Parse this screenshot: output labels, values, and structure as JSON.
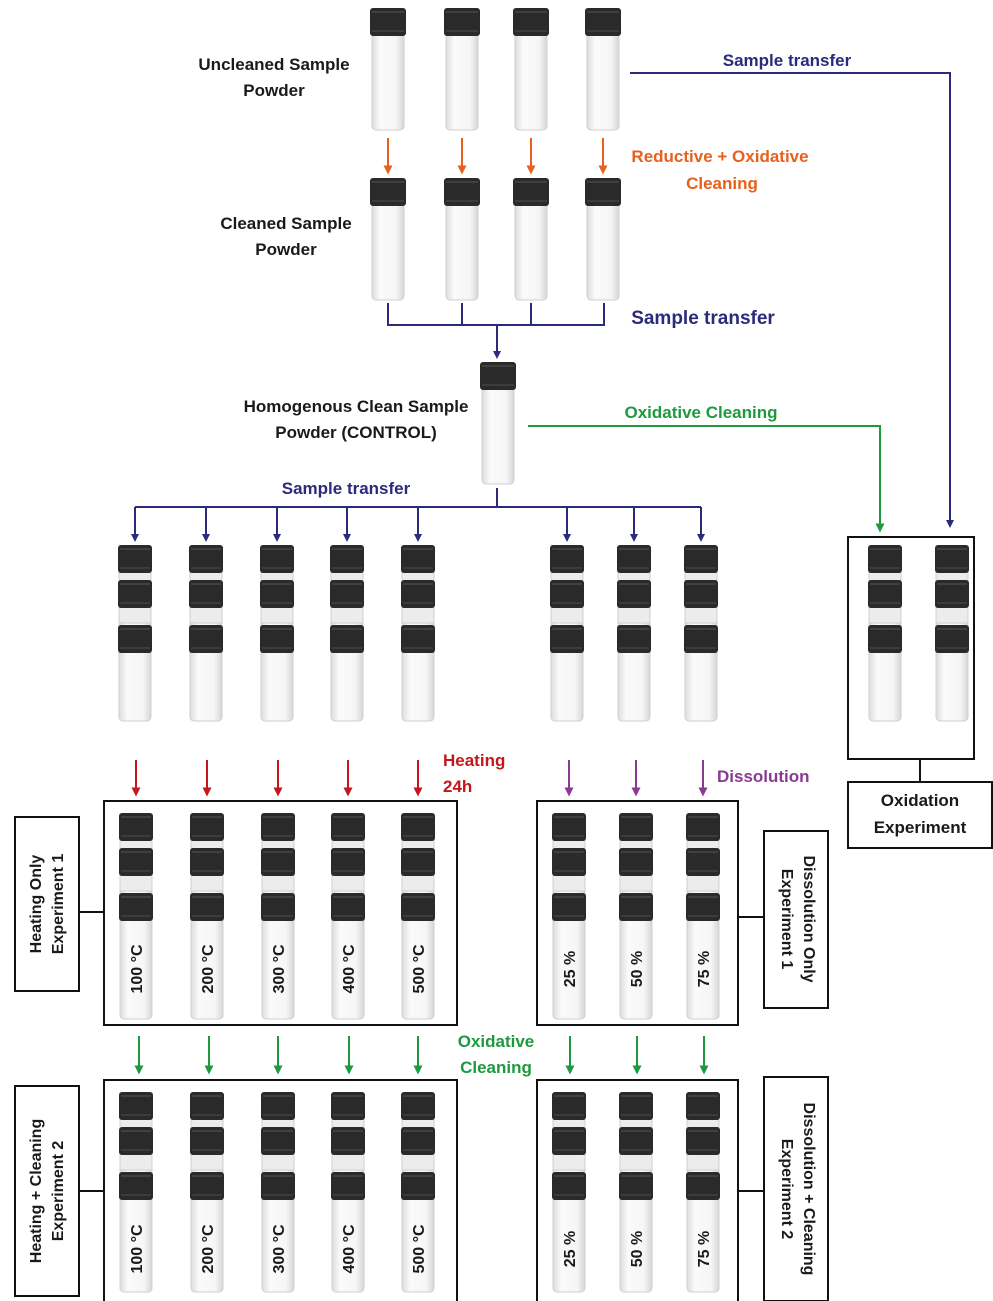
{
  "colors": {
    "navy": "#2c2a7a",
    "orange": "#e8601c",
    "green": "#1e9a3e",
    "red": "#c4161c",
    "purple": "#8a3a92",
    "cap": "#2a2a2a",
    "glass": "#f2f2f2"
  },
  "labels": {
    "uncleaned_1": "Uncleaned Sample",
    "uncleaned_2": "Powder",
    "cleaned_1": "Cleaned Sample",
    "cleaned_2": "Powder",
    "homog_1": "Homogenous Clean Sample",
    "homog_2": "Powder (CONTROL)",
    "sample_transfer_top": "Sample transfer",
    "sample_transfer_mid": "Sample transfer",
    "sample_transfer_low": "Sample transfer",
    "red_ox_1": "Reductive + Oxidative",
    "red_ox_2": "Cleaning",
    "oxidative_cleaning": "Oxidative Cleaning",
    "heating_1": "Heating",
    "heating_2": "24h",
    "dissolution": "Dissolution",
    "ox_cleaning_mid_1": "Oxidative",
    "ox_cleaning_mid_2": "Cleaning",
    "oxidation_1": "Oxidation",
    "oxidation_2": "Experiment",
    "heat_exp1_1": "Heating Only",
    "heat_exp1_2": "Experiment 1",
    "heat_exp2_1": "Heating + Cleaning",
    "heat_exp2_2": "Experiment 2",
    "diss_exp1_1": "Dissolution Only",
    "diss_exp1_2": "Experiment  1",
    "diss_exp2_1": "Dissolution + Cleaning",
    "diss_exp2_2": "Experiment  2"
  },
  "temperatures": [
    "100 °C",
    "200 °C",
    "300 °C",
    "400 °C",
    "500 °C"
  ],
  "dissolution_levels": [
    "25 %",
    "50 %",
    "75 %"
  ],
  "icons": {
    "vial": "vial-icon",
    "vial_stack": "stacked-vials-icon"
  }
}
